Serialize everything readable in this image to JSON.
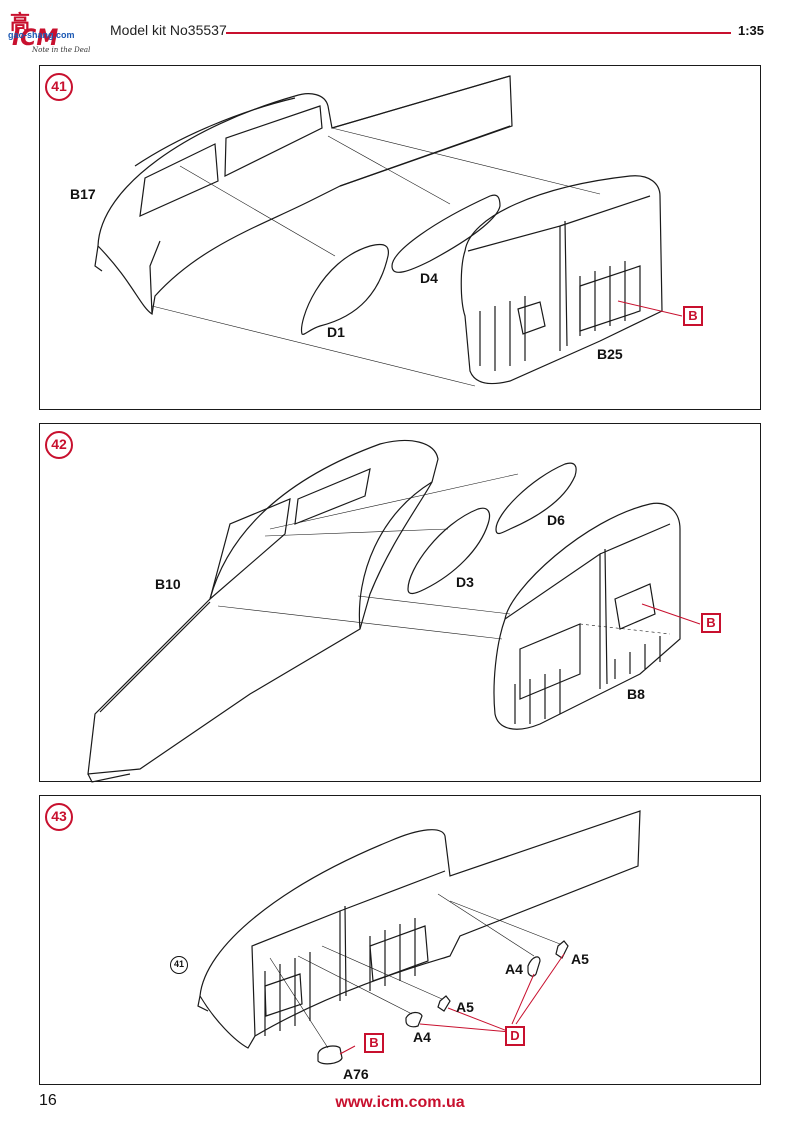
{
  "header": {
    "logo_cn": "高",
    "logo_mark": "ICM",
    "logo_site": "gao-shang.com",
    "logo_tagline": "Note in the Deal",
    "kit_title": "Model kit No35537",
    "scale": "1:35"
  },
  "steps": [
    {
      "number": "41",
      "labels": {
        "b17": "B17",
        "d4": "D4",
        "d1": "D1",
        "b25": "B25"
      },
      "color_ref": "B"
    },
    {
      "number": "42",
      "labels": {
        "b10": "B10",
        "d6": "D6",
        "d3": "D3",
        "b8": "B8"
      },
      "color_ref": "B"
    },
    {
      "number": "43",
      "step_ref": "41",
      "labels": {
        "a4_right": "A4",
        "a5_right": "A5",
        "a5_left": "A5",
        "a4_left": "A4",
        "a76": "A76"
      },
      "color_ref_b": "B",
      "color_ref_d": "D"
    }
  ],
  "footer": {
    "page_number": "16",
    "url": "www.icm.com.ua"
  },
  "colors": {
    "accent": "#c8102e",
    "line": "#1a1a1a"
  }
}
